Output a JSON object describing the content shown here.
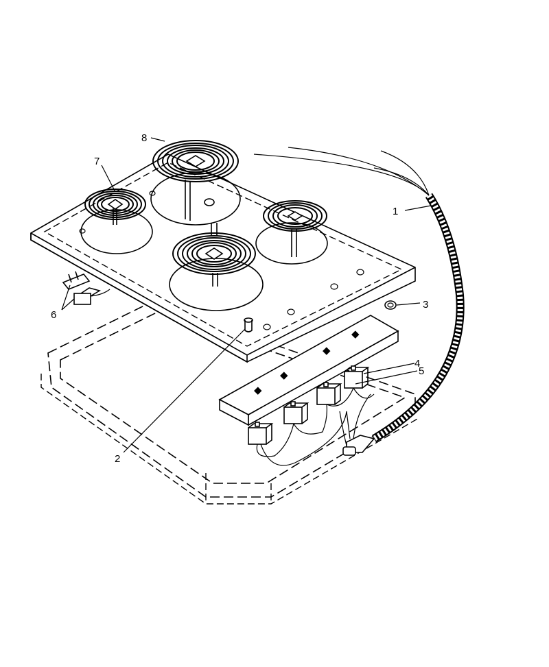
{
  "diagram": {
    "callouts": [
      {
        "id": "1",
        "text": "1"
      },
      {
        "id": "2",
        "text": "2"
      },
      {
        "id": "3",
        "text": "3"
      },
      {
        "id": "4",
        "text": "4"
      },
      {
        "id": "5",
        "text": "5"
      },
      {
        "id": "6",
        "text": "6"
      },
      {
        "id": "7",
        "text": "7"
      },
      {
        "id": "8",
        "text": "8"
      }
    ]
  }
}
